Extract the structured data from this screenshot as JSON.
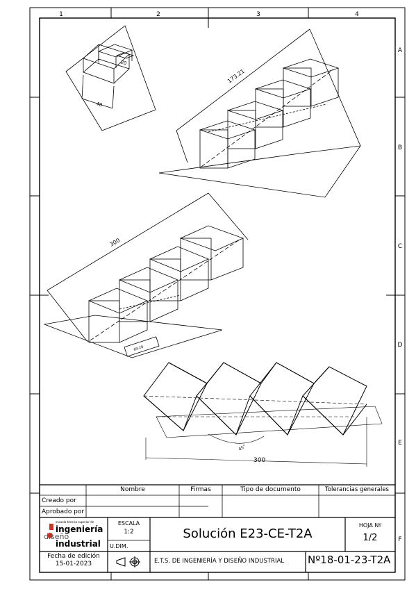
{
  "border": {
    "columns": [
      "1",
      "2",
      "3",
      "4"
    ],
    "rows": [
      "A",
      "B",
      "C",
      "D",
      "E",
      "F"
    ]
  },
  "drawing": {
    "small_cube_dim_top": "20",
    "small_cube_dim_bottom": "40",
    "diag_dim_1": "173.21",
    "diag_dim_2": "300",
    "small_dim_2": "69.28",
    "angle_dim": "45°",
    "horiz_dim_3": "300"
  },
  "title_block": {
    "headers": {
      "nombre": "Nombre",
      "firmas": "Firmas",
      "tipo_documento": "Tipo de documento",
      "tolerancias": "Tolerancias generales"
    },
    "creado_por": "Creado por",
    "aprobado_por": "Aprobado por",
    "logo": {
      "line1": "ingeniería",
      "line2": "diseño",
      "line3": "industrial",
      "tagline": "escuela técnica superior de"
    },
    "escala_label": "ESCALA",
    "escala_value": "1:2",
    "udim": "U.DIM.",
    "titulo": "Solución E23-CE-T2A",
    "hoja_label": "HOJA Nº",
    "hoja_value": "1/2",
    "fecha_label": "Fecha de edición",
    "fecha_value": "15-01-2023",
    "escuela": "E.T.S. DE INGENIERÍA Y DISEÑO INDUSTRIAL",
    "numero_prefix": "Nº",
    "numero": "18-01-23-T2A"
  }
}
